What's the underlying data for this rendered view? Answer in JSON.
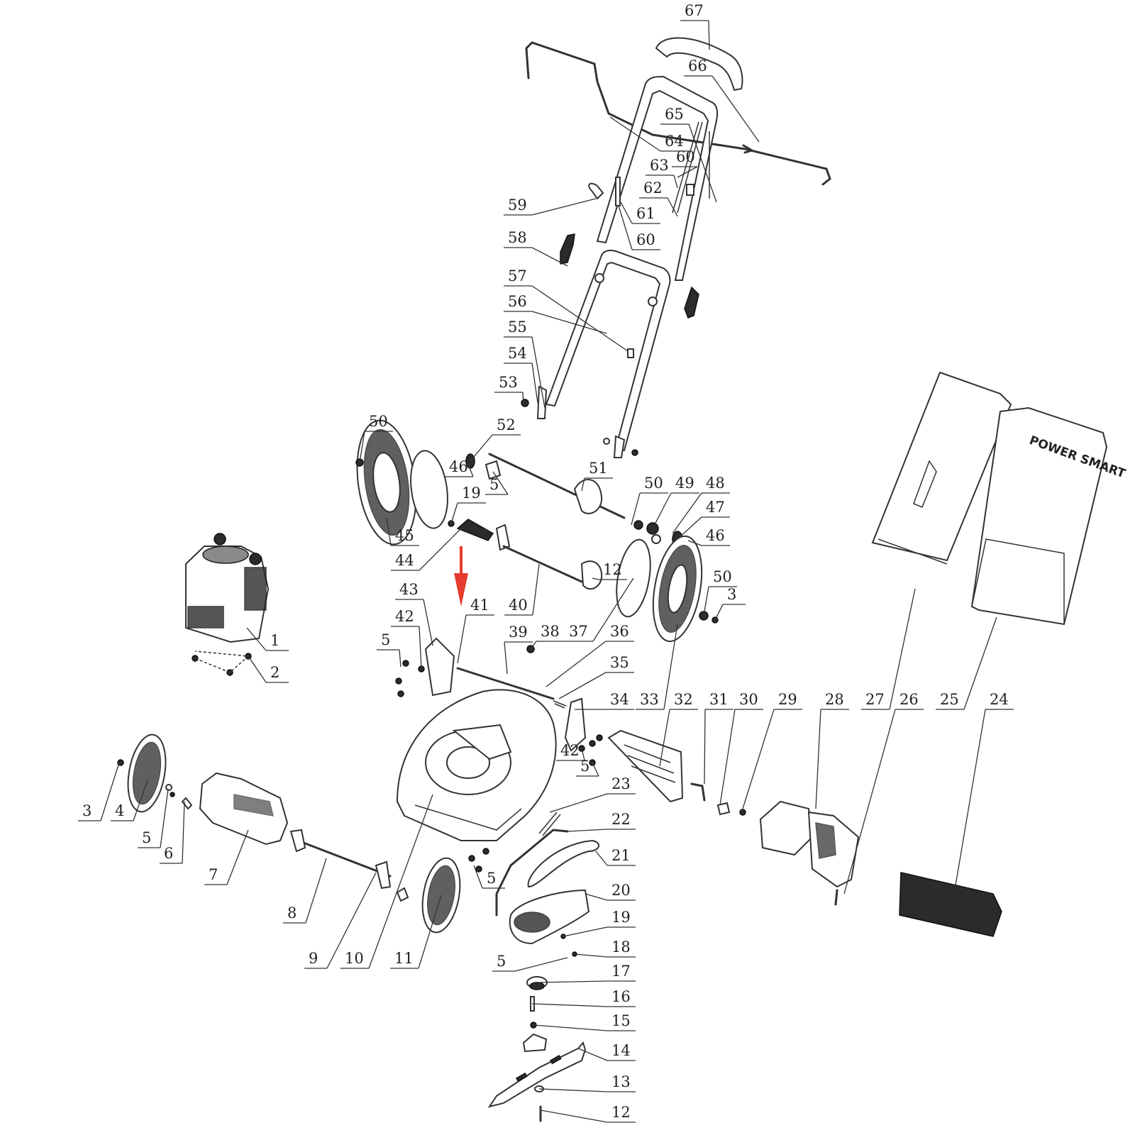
{
  "diagram": {
    "brand_text": "POWER SMART",
    "arrow_color": "#e63b2e",
    "line_color": "#333333",
    "callouts": [
      {
        "id": "c67",
        "label": "67"
      },
      {
        "id": "c66",
        "label": "66"
      },
      {
        "id": "c65",
        "label": "65"
      },
      {
        "id": "c64",
        "label": "64"
      },
      {
        "id": "c60a",
        "label": "60"
      },
      {
        "id": "c63",
        "label": "63"
      },
      {
        "id": "c62",
        "label": "62"
      },
      {
        "id": "c59",
        "label": "59"
      },
      {
        "id": "c61",
        "label": "61"
      },
      {
        "id": "c60b",
        "label": "60"
      },
      {
        "id": "c58",
        "label": "58"
      },
      {
        "id": "c57",
        "label": "57"
      },
      {
        "id": "c56",
        "label": "56"
      },
      {
        "id": "c55",
        "label": "55"
      },
      {
        "id": "c54",
        "label": "54"
      },
      {
        "id": "c53",
        "label": "53"
      },
      {
        "id": "c50a",
        "label": "50"
      },
      {
        "id": "c52",
        "label": "52"
      },
      {
        "id": "c46a",
        "label": "46"
      },
      {
        "id": "c5a",
        "label": "5"
      },
      {
        "id": "c51",
        "label": "51"
      },
      {
        "id": "c19a",
        "label": "19"
      },
      {
        "id": "c50b",
        "label": "50"
      },
      {
        "id": "c49",
        "label": "49"
      },
      {
        "id": "c48",
        "label": "48"
      },
      {
        "id": "c47",
        "label": "47"
      },
      {
        "id": "c46b",
        "label": "46"
      },
      {
        "id": "c45",
        "label": "45"
      },
      {
        "id": "c44",
        "label": "44"
      },
      {
        "id": "c12a",
        "label": "12"
      },
      {
        "id": "c50c",
        "label": "50"
      },
      {
        "id": "c3a",
        "label": "3"
      },
      {
        "id": "c43",
        "label": "43"
      },
      {
        "id": "c41",
        "label": "41"
      },
      {
        "id": "c40",
        "label": "40"
      },
      {
        "id": "c42a",
        "label": "42"
      },
      {
        "id": "c39",
        "label": "39"
      },
      {
        "id": "c38",
        "label": "38"
      },
      {
        "id": "c37",
        "label": "37"
      },
      {
        "id": "c36",
        "label": "36"
      },
      {
        "id": "c5b",
        "label": "5"
      },
      {
        "id": "c1",
        "label": "1"
      },
      {
        "id": "c2",
        "label": "2"
      },
      {
        "id": "c35",
        "label": "35"
      },
      {
        "id": "c34",
        "label": "34"
      },
      {
        "id": "c33",
        "label": "33"
      },
      {
        "id": "c32",
        "label": "32"
      },
      {
        "id": "c31",
        "label": "31"
      },
      {
        "id": "c30",
        "label": "30"
      },
      {
        "id": "c29",
        "label": "29"
      },
      {
        "id": "c28",
        "label": "28"
      },
      {
        "id": "c27",
        "label": "27"
      },
      {
        "id": "c26",
        "label": "26"
      },
      {
        "id": "c25",
        "label": "25"
      },
      {
        "id": "c24",
        "label": "24"
      },
      {
        "id": "c42b",
        "label": "42"
      },
      {
        "id": "c5c",
        "label": "5"
      },
      {
        "id": "c23",
        "label": "23"
      },
      {
        "id": "c3b",
        "label": "3"
      },
      {
        "id": "c4",
        "label": "4"
      },
      {
        "id": "c5d",
        "label": "5"
      },
      {
        "id": "c6",
        "label": "6"
      },
      {
        "id": "c7",
        "label": "7"
      },
      {
        "id": "c22",
        "label": "22"
      },
      {
        "id": "c21",
        "label": "21"
      },
      {
        "id": "c5e",
        "label": "5"
      },
      {
        "id": "c20",
        "label": "20"
      },
      {
        "id": "c8",
        "label": "8"
      },
      {
        "id": "c19b",
        "label": "19"
      },
      {
        "id": "c9",
        "label": "9"
      },
      {
        "id": "c10",
        "label": "10"
      },
      {
        "id": "c11",
        "label": "11"
      },
      {
        "id": "c18",
        "label": "18"
      },
      {
        "id": "c5f",
        "label": "5"
      },
      {
        "id": "c17",
        "label": "17"
      },
      {
        "id": "c16",
        "label": "16"
      },
      {
        "id": "c15",
        "label": "15"
      },
      {
        "id": "c14",
        "label": "14"
      },
      {
        "id": "c13",
        "label": "13"
      },
      {
        "id": "c12b",
        "label": "12"
      }
    ]
  }
}
